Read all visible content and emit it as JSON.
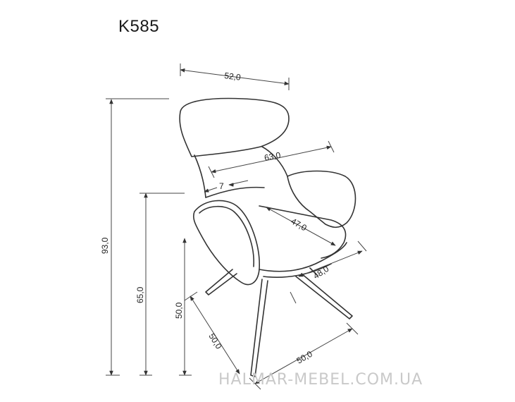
{
  "product": {
    "model": "K585"
  },
  "dimensions": {
    "width": "52,0",
    "depth": "63,0",
    "armrest_offset": "7",
    "seat_depth": "47,0",
    "seat_width": "48,0",
    "total_height": "93,0",
    "armrest_height": "65,0",
    "seat_height": "50,0",
    "leg_span_left": "50,0",
    "leg_span_right": "50,0"
  },
  "watermark": "HALMAR-MEBEL.COM.UA",
  "colors": {
    "line": "#333333",
    "dimension_line": "#444444",
    "watermark": "#c9c9c9"
  }
}
